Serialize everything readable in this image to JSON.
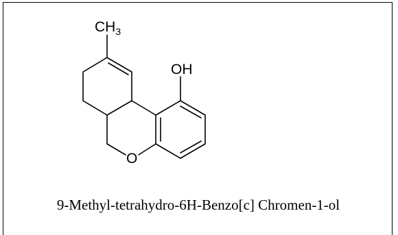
{
  "molecule": {
    "methyl_label": "CH",
    "methyl_subscript": "3",
    "hydroxyl_label": "OH",
    "ether_oxygen_label": "O"
  },
  "caption": "9-Methyl-tetrahydro-6H-Benzo[c] Chromen-1-ol"
}
